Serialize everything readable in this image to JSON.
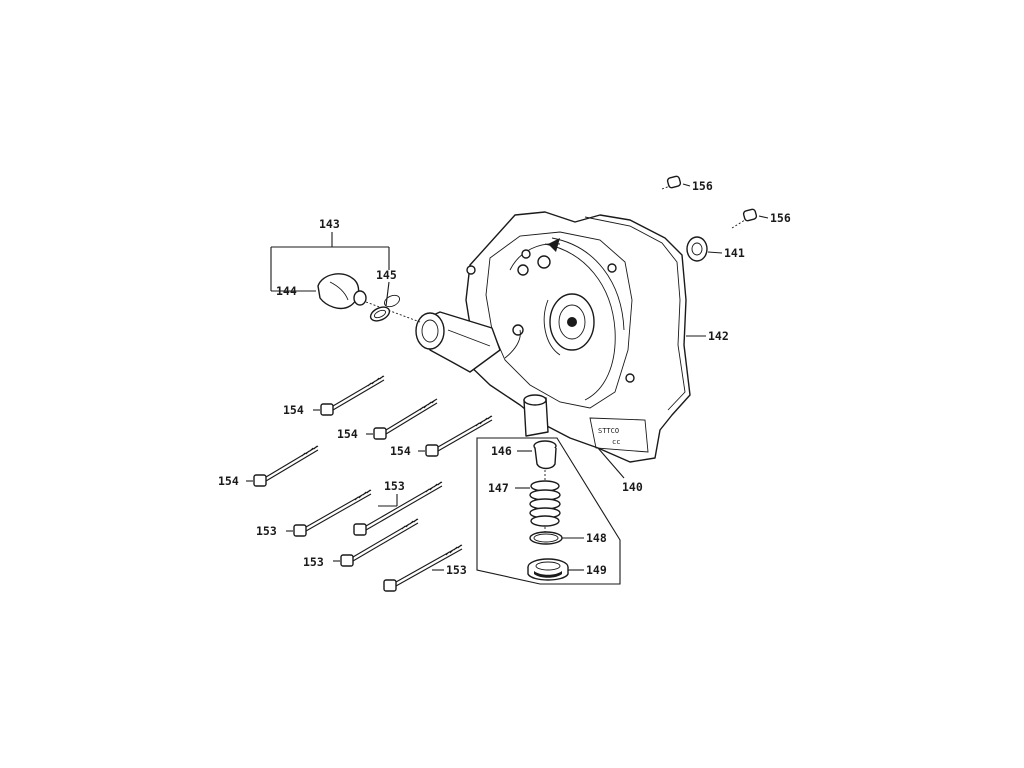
{
  "labels": {
    "p140": "140",
    "p141": "141",
    "p142": "142",
    "p143": "143",
    "p144": "144",
    "p145": "145",
    "p146": "146",
    "p147": "147",
    "p148": "148",
    "p149": "149",
    "p153_a": "153",
    "p153_b": "153",
    "p153_c": "153",
    "p153_d": "153",
    "p154_a": "154",
    "p154_b": "154",
    "p154_c": "154",
    "p154_d": "154",
    "p156_a": "156",
    "p156_b": "156"
  }
}
